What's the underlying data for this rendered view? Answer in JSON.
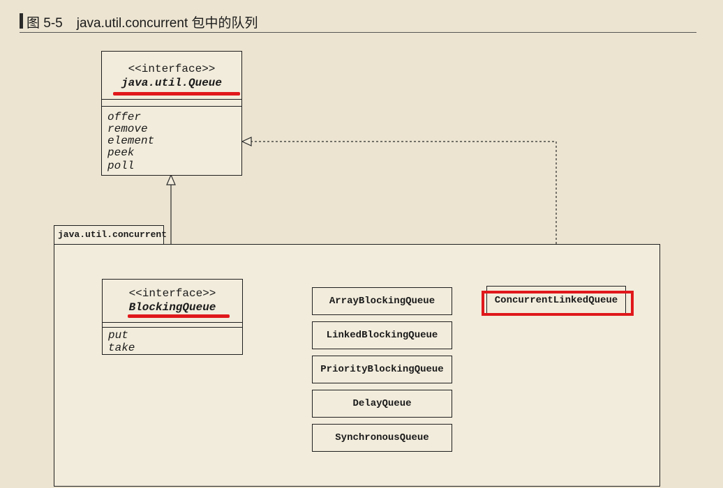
{
  "caption": {
    "figure": "图 5-5",
    "title": "java.util.concurrent 包中的队列"
  },
  "queue": {
    "stereotype": "<<interface>>",
    "name": "java.util.Queue",
    "methods": [
      "offer",
      "remove",
      "element",
      "peek",
      "poll"
    ]
  },
  "package": {
    "name": "java.util.concurrent"
  },
  "blocking": {
    "stereotype": "<<interface>>",
    "name": "BlockingQueue",
    "methods": [
      "put",
      "take"
    ]
  },
  "classes": [
    "ArrayBlockingQueue",
    "LinkedBlockingQueue",
    "PriorityBlockingQueue",
    "DelayQueue",
    "SynchronousQueue"
  ],
  "concurrent_linked": "ConcurrentLinkedQueue",
  "colors": {
    "highlight": "#e0181b",
    "background": "#ece4d1",
    "line": "#1e1e1e"
  }
}
